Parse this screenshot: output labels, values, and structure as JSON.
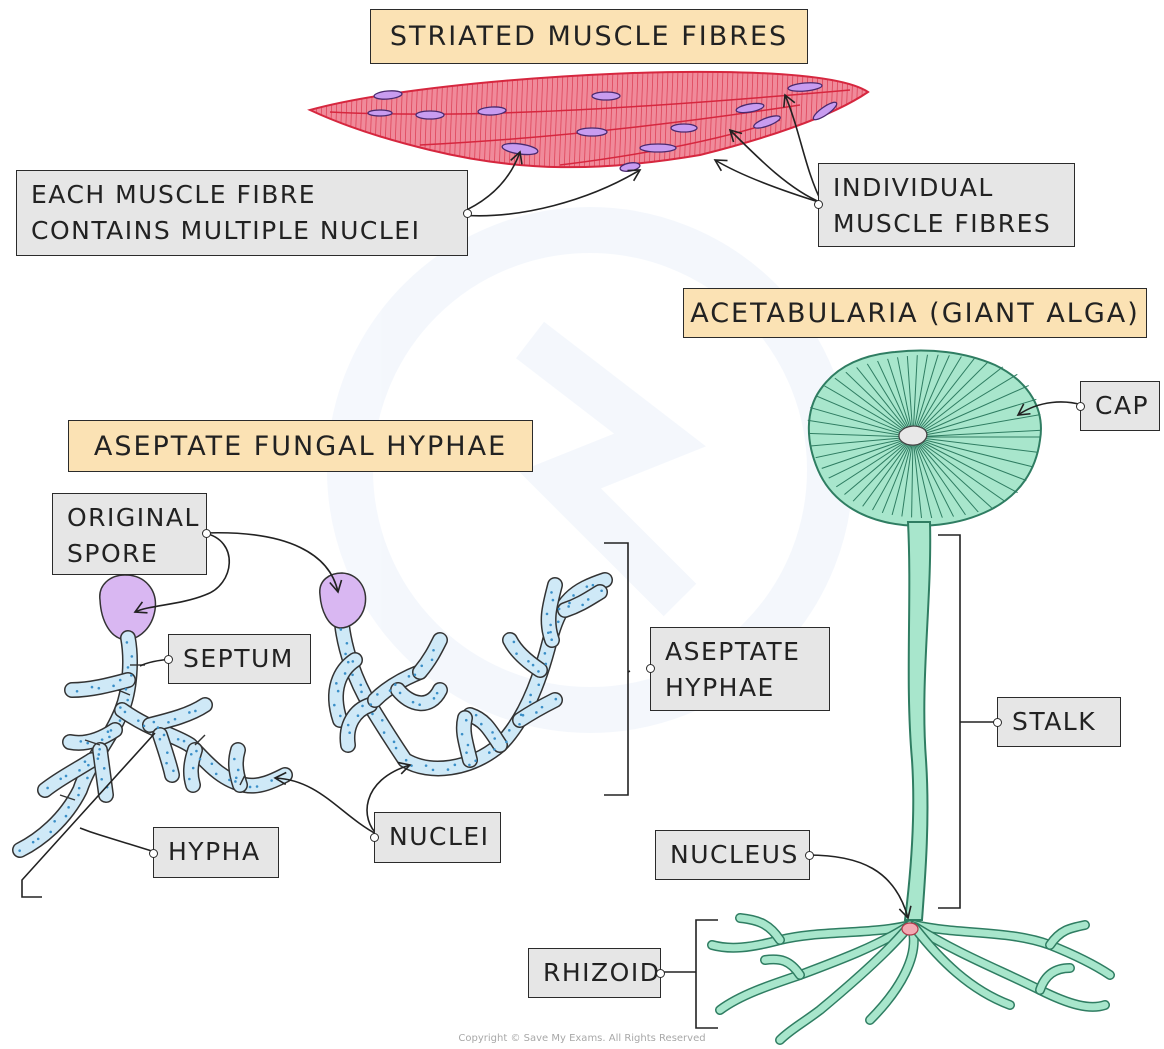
{
  "titles": {
    "muscle": "STRIATED MUSCLE FIBRES",
    "alga": "ACETABULARIA (GIANT ALGA)",
    "hyphae": "ASEPTATE FUNGAL HYPHAE"
  },
  "labels": {
    "nuclei_multi_line1": "EACH MUSCLE FIBRE",
    "nuclei_multi_line2": "CONTAINS MULTIPLE NUCLEI",
    "fibres_line1": "INDIVIDUAL",
    "fibres_line2": "MUSCLE FIBRES",
    "cap": "CAP",
    "spore_line1": "ORIGINAL",
    "spore_line2": "SPORE",
    "septum": "SEPTUM",
    "aseptate_line1": "ASEPTATE",
    "aseptate_line2": "HYPHAE",
    "stalk": "STALK",
    "hypha": "HYPHA",
    "nuclei": "NUCLEI",
    "nucleus": "NUCLEUS",
    "rhizoid": "RHIZOID"
  },
  "copyright": "Copyright © Save My Exams. All Rights Reserved",
  "colors": {
    "muscle_fill": "#f08a9a",
    "muscle_stroke": "#d6273f",
    "nucleus_fill": "#c89cf0",
    "hypha_fill": "#cfe9f7",
    "hypha_dot": "#3a8fc8",
    "alga_fill": "#a8e6cc",
    "alga_stroke": "#2f7d62",
    "alga_nucleus": "#f3a9b3",
    "title_bg": "#fbe2b4",
    "tag_bg": "#e6e6e6"
  }
}
